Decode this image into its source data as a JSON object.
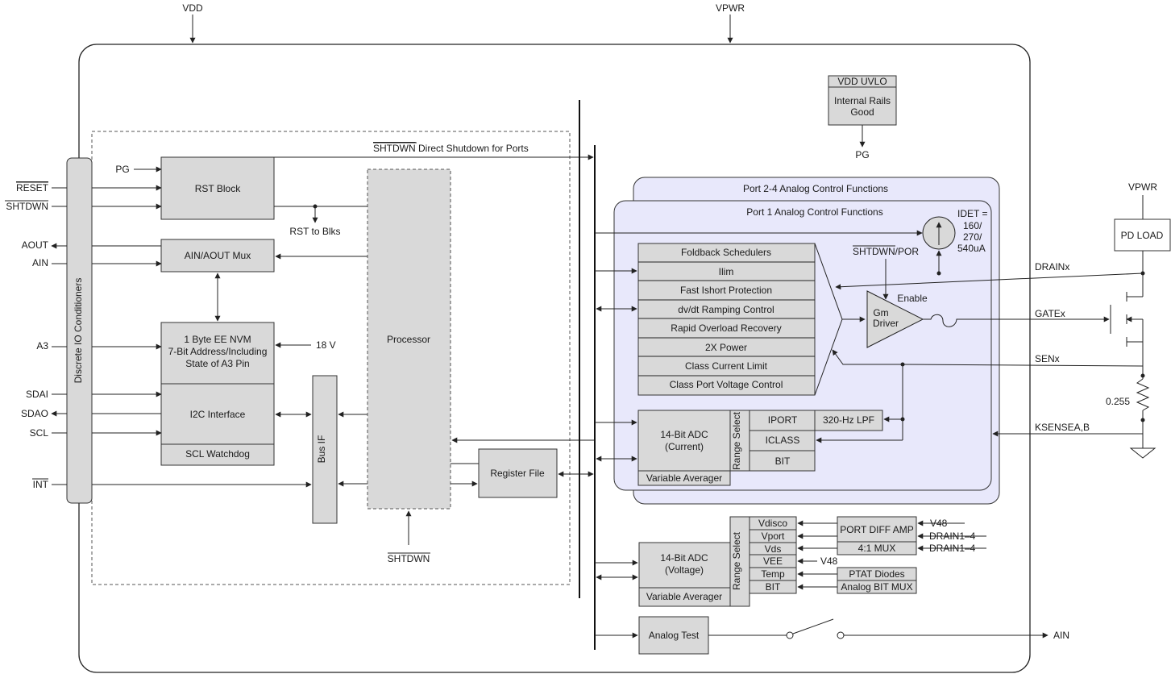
{
  "pins": {
    "vdd": "VDD",
    "vpwr_top": "VPWR",
    "reset": "RESET",
    "shtdwn": "SHTDWN",
    "aout": "AOUT",
    "ain": "AIN",
    "a3": "A3",
    "sdai": "SDAI",
    "sdao": "SDAO",
    "scl": "SCL",
    "int": "INT",
    "pg_in": "PG",
    "v18": "18 V",
    "vpwr_right": "VPWR",
    "drainx": "DRAINx",
    "gatex": "GATEx",
    "senx": "SENx",
    "ksense": "KSENSEA,B",
    "ain_out": "AIN",
    "pg_out": "PG",
    "v48_a": "V48",
    "v48_b": "V48",
    "drain_a": "DRAIN1–4",
    "drain_b": "DRAIN1–4",
    "shtdwn_bottom": "SHTDWN"
  },
  "blocks": {
    "io_conditioners": "Discrete IO Conditioners",
    "rst_block": "RST Block",
    "ain_aout_mux": "AIN/AOUT Mux",
    "nvm": [
      "1 Byte EE NVM",
      "7-Bit Address/Including",
      "State of A3 Pin"
    ],
    "i2c": "I2C Interface",
    "scl_watchdog": "SCL Watchdog",
    "bus_if": "Bus IF",
    "processor": "Processor",
    "register_file": "Register File",
    "vdd_uvlo": "VDD UVLO",
    "internal_rails": [
      "Internal Rails",
      "Good"
    ],
    "port24": "Port 2-4 Analog Control Functions",
    "port1": "Port 1 Analog Control Functions",
    "idet": [
      "IDET =",
      "160/",
      "270/",
      "540uA"
    ],
    "functions": [
      "Foldback Schedulers",
      "Ilim",
      "Fast Ishort Protection",
      "dv/dt Ramping Control",
      "Rapid Overload Recovery",
      "2X Power",
      "Class Current Limit",
      "Class Port Voltage Control"
    ],
    "gm_driver": [
      "Gm",
      "Driver"
    ],
    "enable": "Enable",
    "shtdwn_por": "SHTDWN/POR",
    "adc_current": [
      "14-Bit ADC",
      "(Current)"
    ],
    "adc_voltage": [
      "14-Bit ADC",
      "(Voltage)"
    ],
    "range_select": "Range Select",
    "range_select_2": "Range Select",
    "var_avg_1": "Variable Averager",
    "var_avg_2": "Variable Averager",
    "iport": "IPORT",
    "iclass": "ICLASS",
    "bit1": "BIT",
    "lpf": "320-Hz LPF",
    "vdisco": "Vdisco",
    "vport": "Vport",
    "vds": "Vds",
    "vee": "VEE",
    "temp": "Temp",
    "bit2": "BIT",
    "port_diff_amp": "PORT DIFF AMP",
    "mux41": "4:1 MUX",
    "ptat": "PTAT Diodes",
    "analog_bit_mux": "Analog BIT MUX",
    "analog_test": "Analog Test",
    "pd_load": "PD LOAD",
    "resistor": "0.255"
  },
  "notes": {
    "rst_to_blks": "RST to Blks",
    "shtdwn_line_a": "SHTDWN",
    "shtdwn_line_b": " Direct Shutdown for Ports"
  }
}
